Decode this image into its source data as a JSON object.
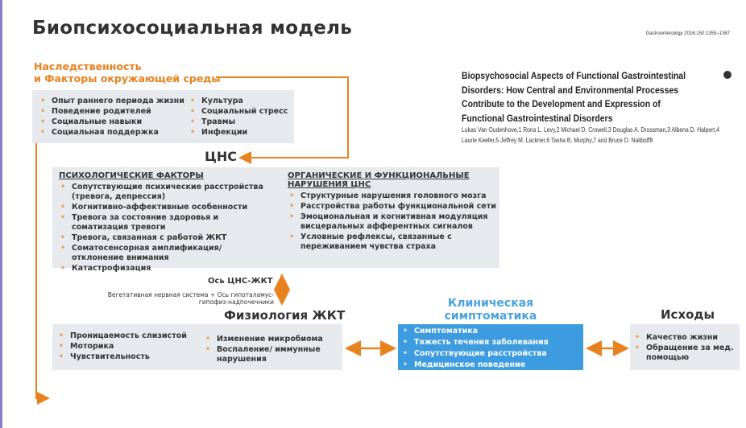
{
  "title": "Биопсихосоциальная модель",
  "journal_ref": "Gastroenterology 2016;150:1355–1367",
  "article": {
    "title": "Biopsychosocial Aspects of Functional Gastrointestinal Disorders: How Central and Environmental Processes Contribute to the Development and Expression of Functional Gastrointestinal Disorders",
    "authors": "Lukas Van Oudenhove,1 Rona L. Levy,2 Michael D. Crowell,3 Douglas A. Drossman,3 Albena D. Halpert,4 Laurie Keefer,5 Jeffrey M. Lackner,6 Tasha B. Murphy,7 and Bruce D. Naliboff8"
  },
  "heredity": {
    "line1": "Наследственность",
    "line2": "и Факторы окружающей среды",
    "col1": [
      "Опыт раннего периода жизни",
      "Поведение родителей",
      "Социальные навыки",
      "Социальная поддержка"
    ],
    "col2": [
      "Культура",
      "Социальный стресс",
      "Травмы",
      "Инфекции"
    ]
  },
  "cns": {
    "title": "ЦНС",
    "psych_title": "ПСИХОЛОГИЧЕСКИЕ ФАКТОРЫ",
    "psych": [
      "Сопутствующие психические расстройства (тревога, депрессия)",
      "Когнитивно-аффективные особенности",
      "Тревога за состояние здоровья и соматизация тревоги",
      "Тревога, связанная с работой ЖКТ",
      "Соматосенсорная амплификация/ отклонение внимания",
      "Катастрофизация"
    ],
    "org_title": "ОРГАНИЧЕСКИЕ И ФУНКЦИОНАЛЬНЫЕ НАРУШЕНИЯ ЦНС",
    "org": [
      "Структурные нарушения головного мозга",
      "Расстройства работы функциональной сети",
      "Эмоциональная и когнитивная модуляция висцеральных афферентных сигналов",
      "Условные рефлексы, связанные с переживанием чувства страха"
    ]
  },
  "axis": {
    "title": "Ось ЦНС-ЖКТ",
    "sub1": "Вегетативная нервная система   +   Ось гипоталамус-",
    "sub2": "гипофиз-надпочечники"
  },
  "gi": {
    "title": "Физиология ЖКТ",
    "col1": [
      "Проницаемость слизистой",
      "Моторика",
      "Чувствительность"
    ],
    "col2": [
      "Изменение микробиома",
      "Воспаление/ иммунные нарушения"
    ]
  },
  "clinical": {
    "title": "Клиническая симптоматика",
    "items": [
      "Симптоматика",
      "Тяжесть течения заболевания",
      "Сопутствующие расстройства",
      "Медицинское поведение"
    ]
  },
  "outcomes": {
    "title": "Исходы",
    "items": [
      "Качество жизни",
      "Обращение за мед. помощью"
    ]
  },
  "colors": {
    "accent": "#e8821e",
    "blue": "#3d9be0",
    "box": "#e6e9ee"
  }
}
